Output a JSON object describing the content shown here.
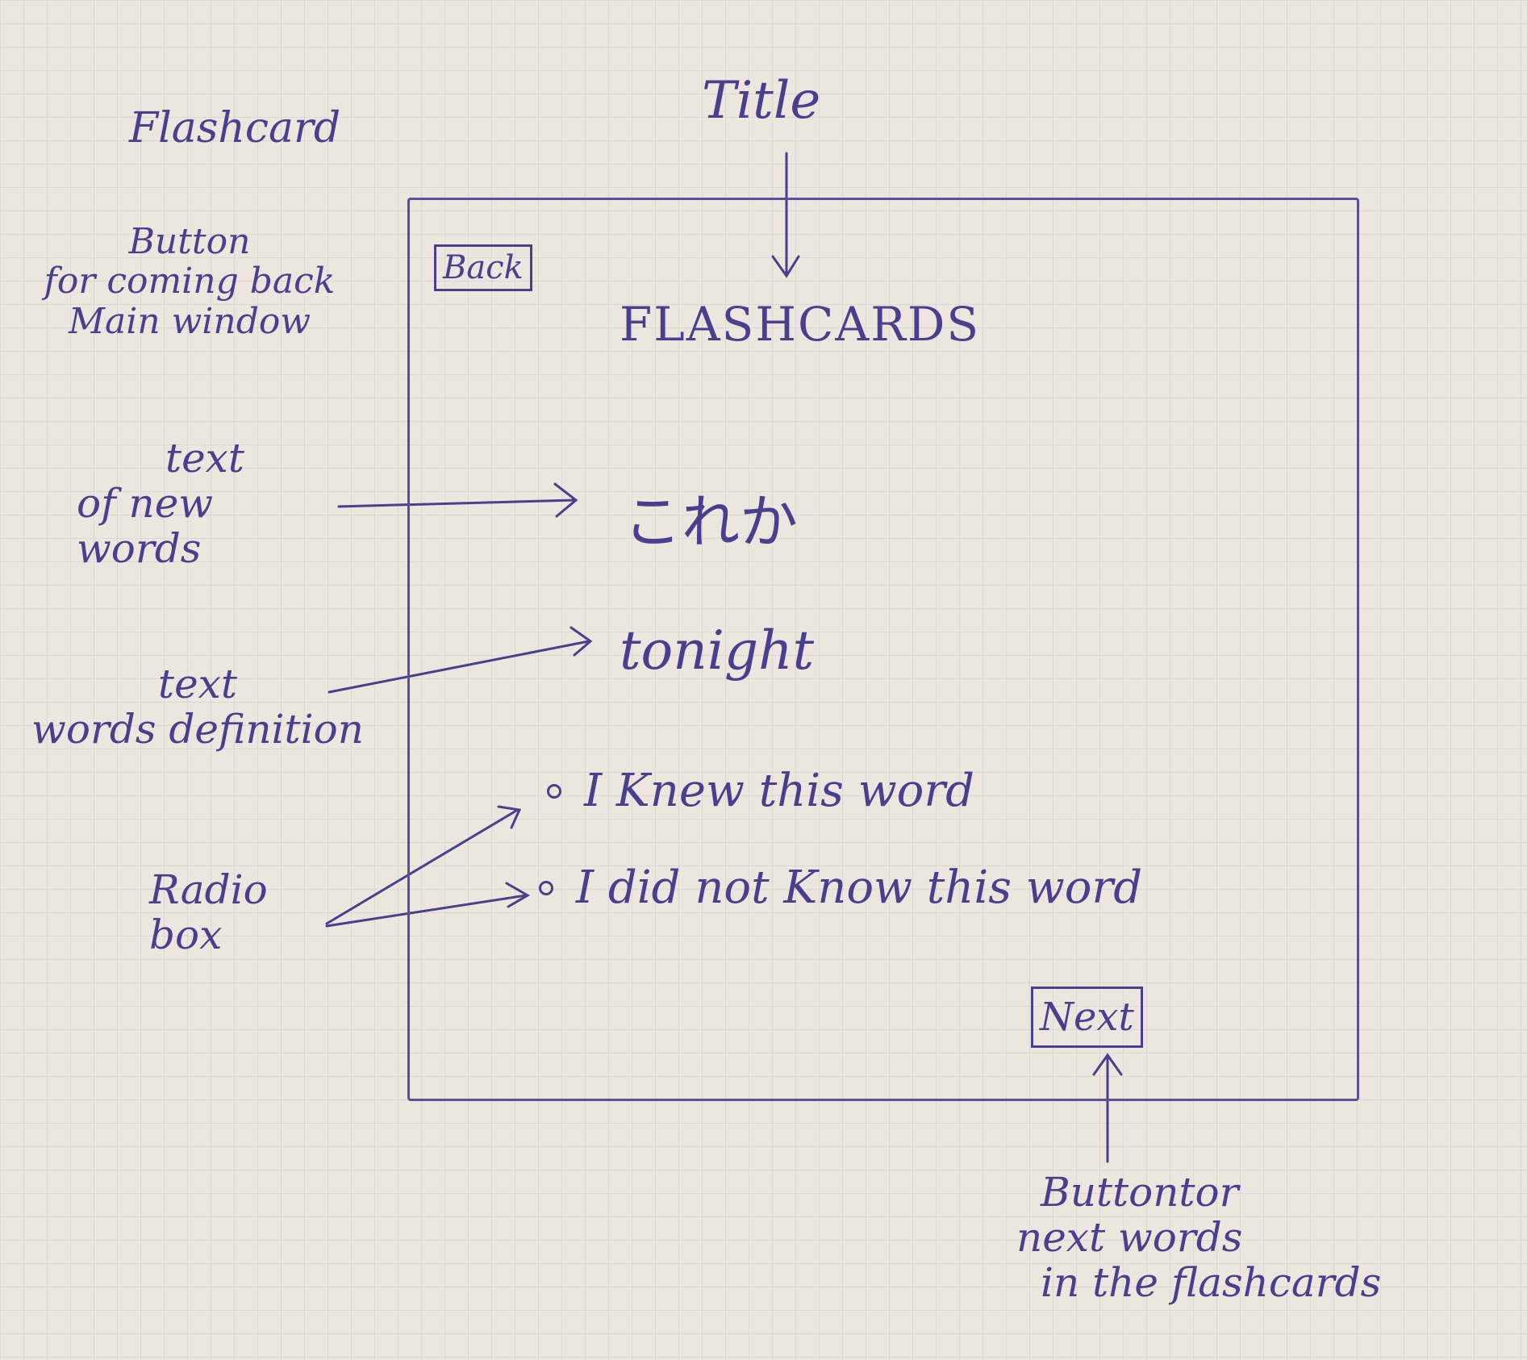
{
  "sketch_label": "Flashcard",
  "annotations": {
    "title_note": "Title",
    "back_note": [
      "Button",
      "for coming back",
      "Main window"
    ],
    "word_note": [
      "text",
      "of new",
      "words"
    ],
    "definition_note": [
      "text",
      "words definition"
    ],
    "radio_note": [
      "Radio",
      "box"
    ],
    "next_note": [
      "Buttontor",
      "next words",
      "in the flashcards"
    ]
  },
  "window": {
    "back_label": "Back",
    "title": "FLASHCARDS",
    "word": "これか",
    "definition": "tonight",
    "options": [
      "I Knew this word",
      "I did not Know this word"
    ],
    "next_label": "Next"
  },
  "colors": {
    "paper": "#ece6df",
    "ink": "#4a3f8e"
  }
}
